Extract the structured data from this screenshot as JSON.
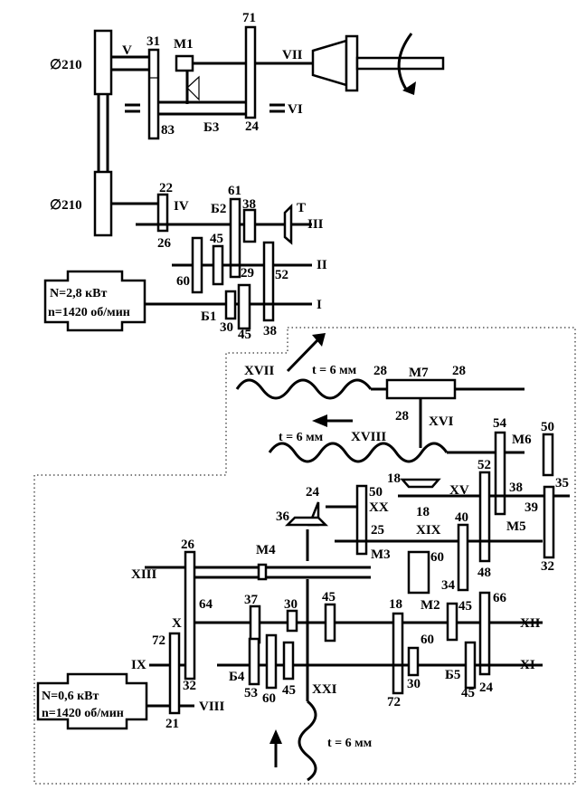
{
  "title": "Kinematic scheme of machine tool",
  "colors": {
    "line": "#000000",
    "background": "#ffffff"
  },
  "pulleys": {
    "top": "∅210",
    "bottom": "∅210"
  },
  "motor_main": {
    "power": "N=2,8 кВт",
    "speed": "n=1420 об/мин"
  },
  "motor_feed": {
    "power": "N=0,6 кВт",
    "speed": "n=1420 об/мин"
  },
  "shafts": {
    "I": "I",
    "II": "II",
    "III": "III",
    "IV": "IV",
    "V": "V",
    "VI": "VI",
    "VII": "VII",
    "VIII": "VIII",
    "IX": "IX",
    "X": "X",
    "XI": "XI",
    "XII": "XII",
    "XIII": "XIII",
    "XV": "XV",
    "XVI": "XVI",
    "XVII": "XVII",
    "XVIII": "XVIII",
    "XIX": "XIX",
    "XX": "XX",
    "XXI": "XXI"
  },
  "blocks": {
    "B1": "Б1",
    "B2": "Б2",
    "B3": "Б3",
    "B4": "Б4",
    "B5": "Б5",
    "T": "Т"
  },
  "clutches": {
    "M1": "М1",
    "M2": "М2",
    "M3": "М3",
    "M4": "М4",
    "M5": "М5",
    "M6": "М6",
    "M7": "М7"
  },
  "screws": {
    "xvii_pitch": "t = 6 мм",
    "xviii_pitch": "t = 6 мм",
    "xxi_pitch": "t = 6 мм"
  },
  "gears": {
    "g31": "31",
    "g71": "71",
    "g83": "83",
    "g24a": "24",
    "g22": "22",
    "g26a": "26",
    "g61": "61",
    "g38a": "38",
    "g45a": "45",
    "g60a": "60",
    "g29": "29",
    "g52a": "52",
    "g30a": "30",
    "g45b": "45",
    "g38b": "38",
    "g28a": "28",
    "g28b": "28",
    "g28c": "28",
    "g54": "54",
    "g50a": "50",
    "g18a": "18",
    "g18b": "18",
    "g52b": "52",
    "g38c": "38",
    "g35": "35",
    "g39": "39",
    "g24b": "24",
    "g36": "36",
    "g50b": "50",
    "g25": "25",
    "g40": "40",
    "g48": "48",
    "g32a": "32",
    "g34": "34",
    "g60b": "60",
    "g26b": "26",
    "g64": "64",
    "g72a": "72",
    "g32b": "32",
    "g21": "21",
    "g37": "37",
    "g30b": "30",
    "g45c": "45",
    "g53": "53",
    "g60c": "60",
    "g45d": "45",
    "g18c": "18",
    "g45e": "45",
    "g66": "66",
    "g60d": "60",
    "g72b": "72",
    "g30c": "30",
    "g45f": "45",
    "g24c": "24"
  }
}
